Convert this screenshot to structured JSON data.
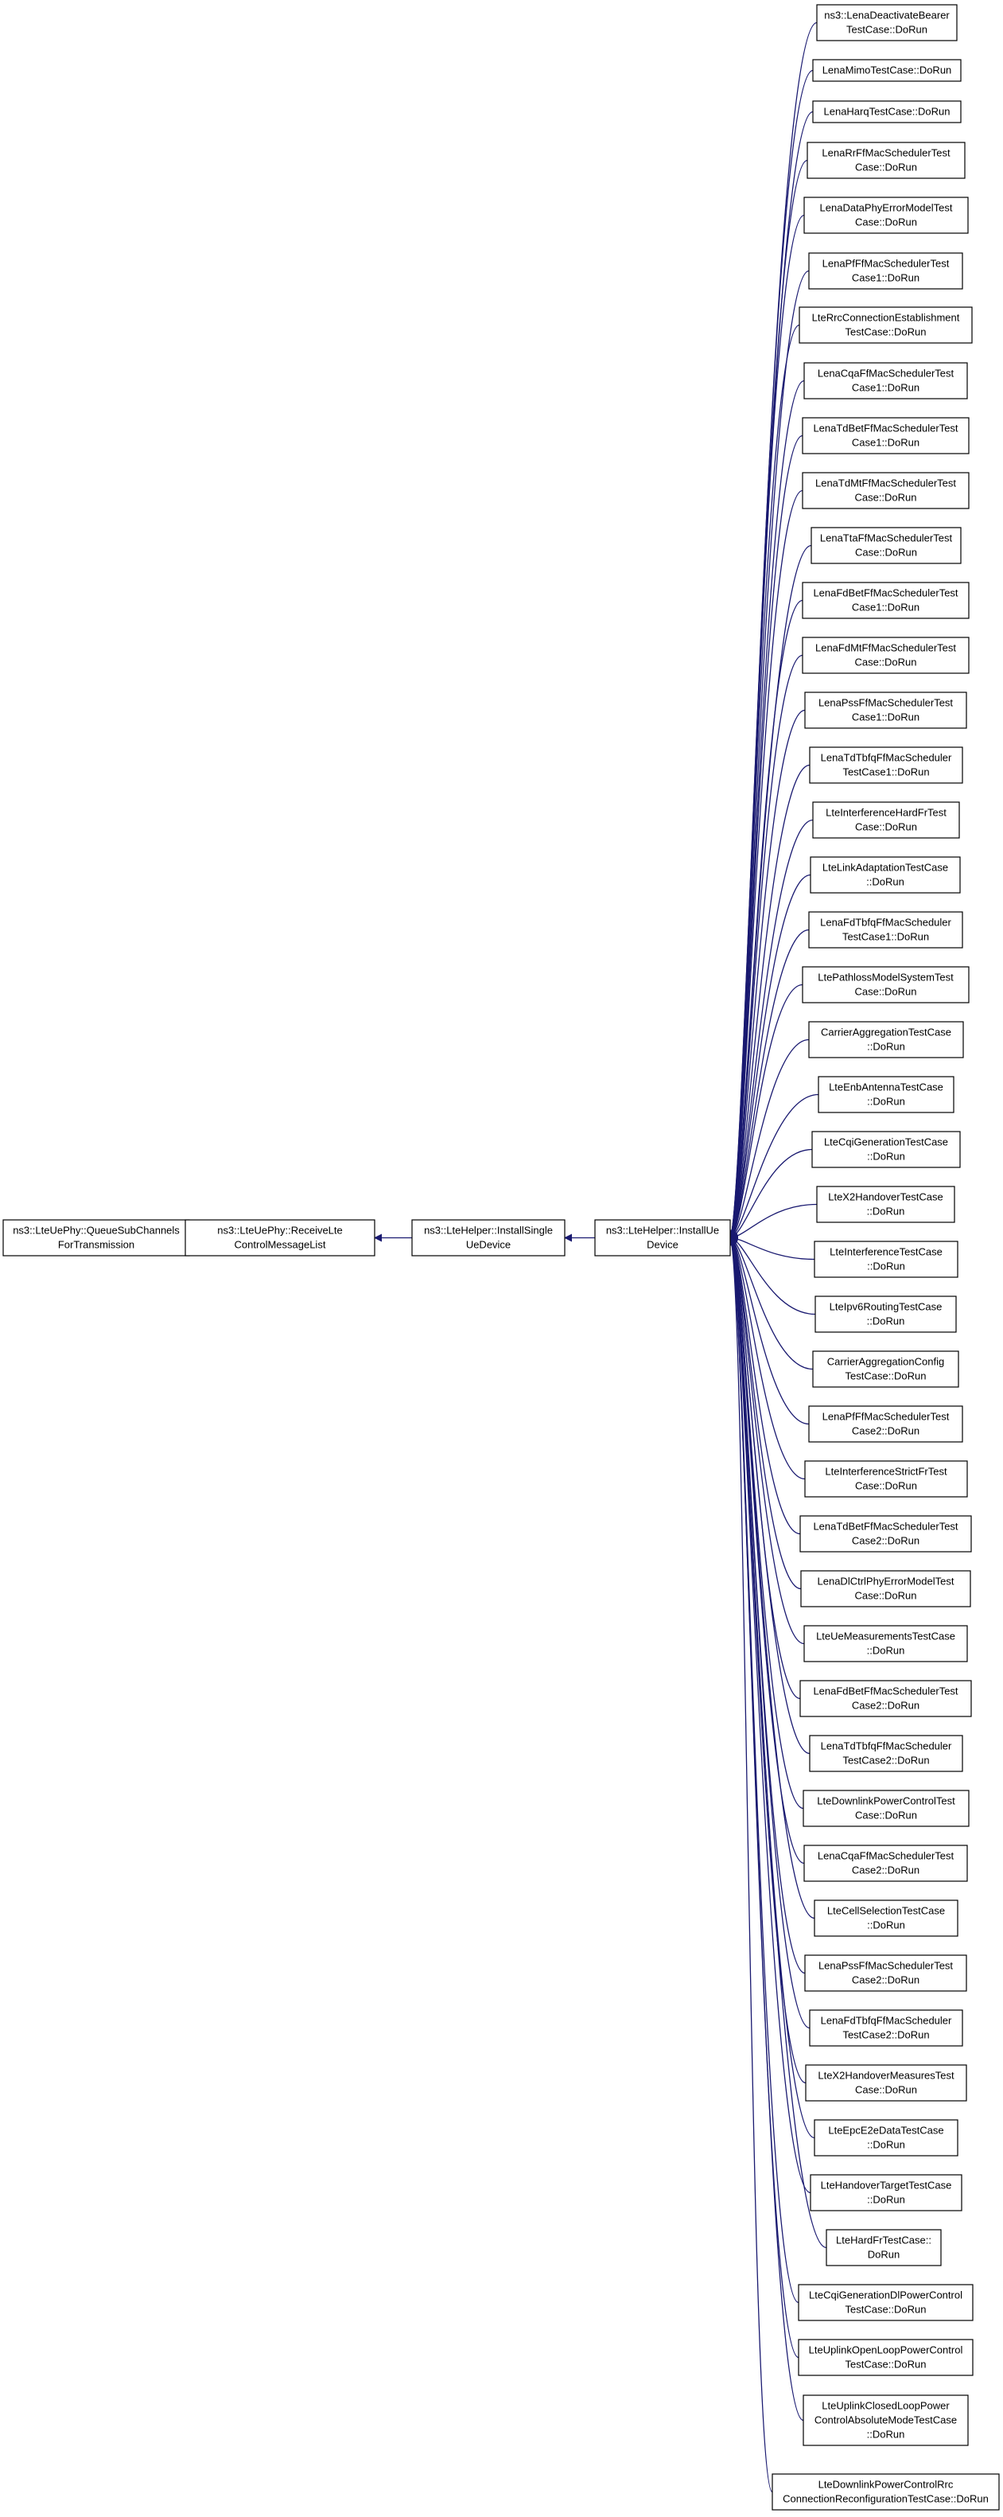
{
  "colors": {
    "edge": "#191970",
    "root_fill": "#bfbfbf",
    "highlight_border": "#ff0000",
    "node_border": "#000000",
    "background": "#ffffff"
  },
  "nodes": [
    {
      "id": "queue",
      "lines": [
        "ns3::LteUePhy::QueueSubChannels",
        "ForTransmission"
      ],
      "role": "root"
    },
    {
      "id": "receive",
      "lines": [
        "ns3::LteUePhy::ReceiveLte",
        "ControlMessageList"
      ]
    },
    {
      "id": "installsingle",
      "lines": [
        "ns3::LteHelper::InstallSingle",
        "UeDevice"
      ]
    },
    {
      "id": "installue",
      "lines": [
        "ns3::LteHelper::InstallUe",
        "Device"
      ],
      "role": "highlight"
    },
    {
      "id": "c1",
      "lines": [
        "ns3::LenaDeactivateBearer",
        "TestCase::DoRun"
      ]
    },
    {
      "id": "c2",
      "lines": [
        "LenaMimoTestCase::DoRun"
      ]
    },
    {
      "id": "c3",
      "lines": [
        "LenaHarqTestCase::DoRun"
      ]
    },
    {
      "id": "c4",
      "lines": [
        "LenaRrFfMacSchedulerTest",
        "Case::DoRun"
      ]
    },
    {
      "id": "c5",
      "lines": [
        "LenaDataPhyErrorModelTest",
        "Case::DoRun"
      ]
    },
    {
      "id": "c6",
      "lines": [
        "LenaPfFfMacSchedulerTest",
        "Case1::DoRun"
      ]
    },
    {
      "id": "c7",
      "lines": [
        "LteRrcConnectionEstablishment",
        "TestCase::DoRun"
      ]
    },
    {
      "id": "c8",
      "lines": [
        "LenaCqaFfMacSchedulerTest",
        "Case1::DoRun"
      ]
    },
    {
      "id": "c9",
      "lines": [
        "LenaTdBetFfMacSchedulerTest",
        "Case1::DoRun"
      ]
    },
    {
      "id": "c10",
      "lines": [
        "LenaTdMtFfMacSchedulerTest",
        "Case::DoRun"
      ]
    },
    {
      "id": "c11",
      "lines": [
        "LenaTtaFfMacSchedulerTest",
        "Case::DoRun"
      ]
    },
    {
      "id": "c12",
      "lines": [
        "LenaFdBetFfMacSchedulerTest",
        "Case1::DoRun"
      ]
    },
    {
      "id": "c13",
      "lines": [
        "LenaFdMtFfMacSchedulerTest",
        "Case::DoRun"
      ]
    },
    {
      "id": "c14",
      "lines": [
        "LenaPssFfMacSchedulerTest",
        "Case1::DoRun"
      ]
    },
    {
      "id": "c15",
      "lines": [
        "LenaTdTbfqFfMacScheduler",
        "TestCase1::DoRun"
      ]
    },
    {
      "id": "c16",
      "lines": [
        "LteInterferenceHardFrTest",
        "Case::DoRun"
      ]
    },
    {
      "id": "c17",
      "lines": [
        "LteLinkAdaptationTestCase",
        "::DoRun"
      ]
    },
    {
      "id": "c18",
      "lines": [
        "LenaFdTbfqFfMacScheduler",
        "TestCase1::DoRun"
      ]
    },
    {
      "id": "c19",
      "lines": [
        "LtePathlossModelSystemTest",
        "Case::DoRun"
      ]
    },
    {
      "id": "c20",
      "lines": [
        "CarrierAggregationTestCase",
        "::DoRun"
      ]
    },
    {
      "id": "c21",
      "lines": [
        "LteEnbAntennaTestCase",
        "::DoRun"
      ]
    },
    {
      "id": "c22",
      "lines": [
        "LteCqiGenerationTestCase",
        "::DoRun"
      ]
    },
    {
      "id": "c23",
      "lines": [
        "LteX2HandoverTestCase",
        "::DoRun"
      ]
    },
    {
      "id": "c24",
      "lines": [
        "LteInterferenceTestCase",
        "::DoRun"
      ]
    },
    {
      "id": "c25",
      "lines": [
        "LteIpv6RoutingTestCase",
        "::DoRun"
      ]
    },
    {
      "id": "c26",
      "lines": [
        "CarrierAggregationConfig",
        "TestCase::DoRun"
      ]
    },
    {
      "id": "c27",
      "lines": [
        "LenaPfFfMacSchedulerTest",
        "Case2::DoRun"
      ]
    },
    {
      "id": "c28",
      "lines": [
        "LteInterferenceStrictFrTest",
        "Case::DoRun"
      ]
    },
    {
      "id": "c29",
      "lines": [
        "LenaTdBetFfMacSchedulerTest",
        "Case2::DoRun"
      ]
    },
    {
      "id": "c30",
      "lines": [
        "LenaDlCtrlPhyErrorModelTest",
        "Case::DoRun"
      ]
    },
    {
      "id": "c31",
      "lines": [
        "LteUeMeasurementsTestCase",
        "::DoRun"
      ]
    },
    {
      "id": "c32",
      "lines": [
        "LenaFdBetFfMacSchedulerTest",
        "Case2::DoRun"
      ]
    },
    {
      "id": "c33",
      "lines": [
        "LenaTdTbfqFfMacScheduler",
        "TestCase2::DoRun"
      ]
    },
    {
      "id": "c34",
      "lines": [
        "LteDownlinkPowerControlTest",
        "Case::DoRun"
      ]
    },
    {
      "id": "c35",
      "lines": [
        "LenaCqaFfMacSchedulerTest",
        "Case2::DoRun"
      ]
    },
    {
      "id": "c36",
      "lines": [
        "LteCellSelectionTestCase",
        "::DoRun"
      ]
    },
    {
      "id": "c37",
      "lines": [
        "LenaPssFfMacSchedulerTest",
        "Case2::DoRun"
      ]
    },
    {
      "id": "c38",
      "lines": [
        "LenaFdTbfqFfMacScheduler",
        "TestCase2::DoRun"
      ]
    },
    {
      "id": "c39",
      "lines": [
        "LteX2HandoverMeasuresTest",
        "Case::DoRun"
      ]
    },
    {
      "id": "c40",
      "lines": [
        "LteEpcE2eDataTestCase",
        "::DoRun"
      ]
    },
    {
      "id": "c41",
      "lines": [
        "LteHandoverTargetTestCase",
        "::DoRun"
      ]
    },
    {
      "id": "c42",
      "lines": [
        "LteHardFrTestCase::",
        "DoRun"
      ]
    },
    {
      "id": "c43",
      "lines": [
        "LteCqiGenerationDlPowerControl",
        "TestCase::DoRun"
      ]
    },
    {
      "id": "c44",
      "lines": [
        "LteUplinkOpenLoopPowerControl",
        "TestCase::DoRun"
      ]
    },
    {
      "id": "c45",
      "lines": [
        "LteUplinkClosedLoopPower",
        "ControlAbsoluteModeTestCase",
        "::DoRun"
      ]
    },
    {
      "id": "c46",
      "lines": [
        "LteDownlinkPowerControlRrc",
        "ConnectionReconfigurationTestCase::DoRun"
      ]
    }
  ]
}
